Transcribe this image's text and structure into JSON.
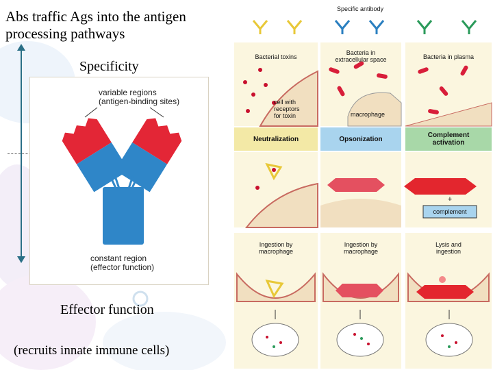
{
  "slide": {
    "title": "Abs traffic Ags into the antigen processing pathways",
    "specificity": "Specificity",
    "effector": "Effector function",
    "recruits": "(recruits innate immune cells)"
  },
  "antibody": {
    "variable_label_1": "variable  regions",
    "variable_label_2": "(antigen-binding  sites)",
    "constant_label_1": "constant  region",
    "constant_label_2": "(effector  function)",
    "colors": {
      "variable": "#e32636",
      "constant": "#2f86c8"
    }
  },
  "figure": {
    "header": "Specific antibody",
    "columns": [
      {
        "setting": "Bacterial toxins",
        "mechanism": "Neutralization",
        "outcome_1": "Ingestion by",
        "outcome_2": "macrophage",
        "color": "#f3e9a6"
      },
      {
        "setting_1": "Bacteria in",
        "setting_2": "extracellular space",
        "mechanism": "Opsonization",
        "outcome_1": "Ingestion by",
        "outcome_2": "macrophage",
        "color": "#a9d4ee"
      },
      {
        "setting": "Bacteria in plasma",
        "mechanism_1": "Complement",
        "mechanism_2": "activation",
        "outcome_1": "Lysis and",
        "outcome_2": "ingestion",
        "color": "#a8d8a8"
      }
    ],
    "labels": {
      "cell_with_1": "cell with",
      "cell_with_2": "receptors",
      "cell_with_3": "for toxin",
      "macrophage": "macrophage",
      "plus": "+",
      "complement": "complement"
    },
    "antibody_colors": [
      "#e8c838",
      "#2a7fc0",
      "#2a9a5a"
    ]
  }
}
